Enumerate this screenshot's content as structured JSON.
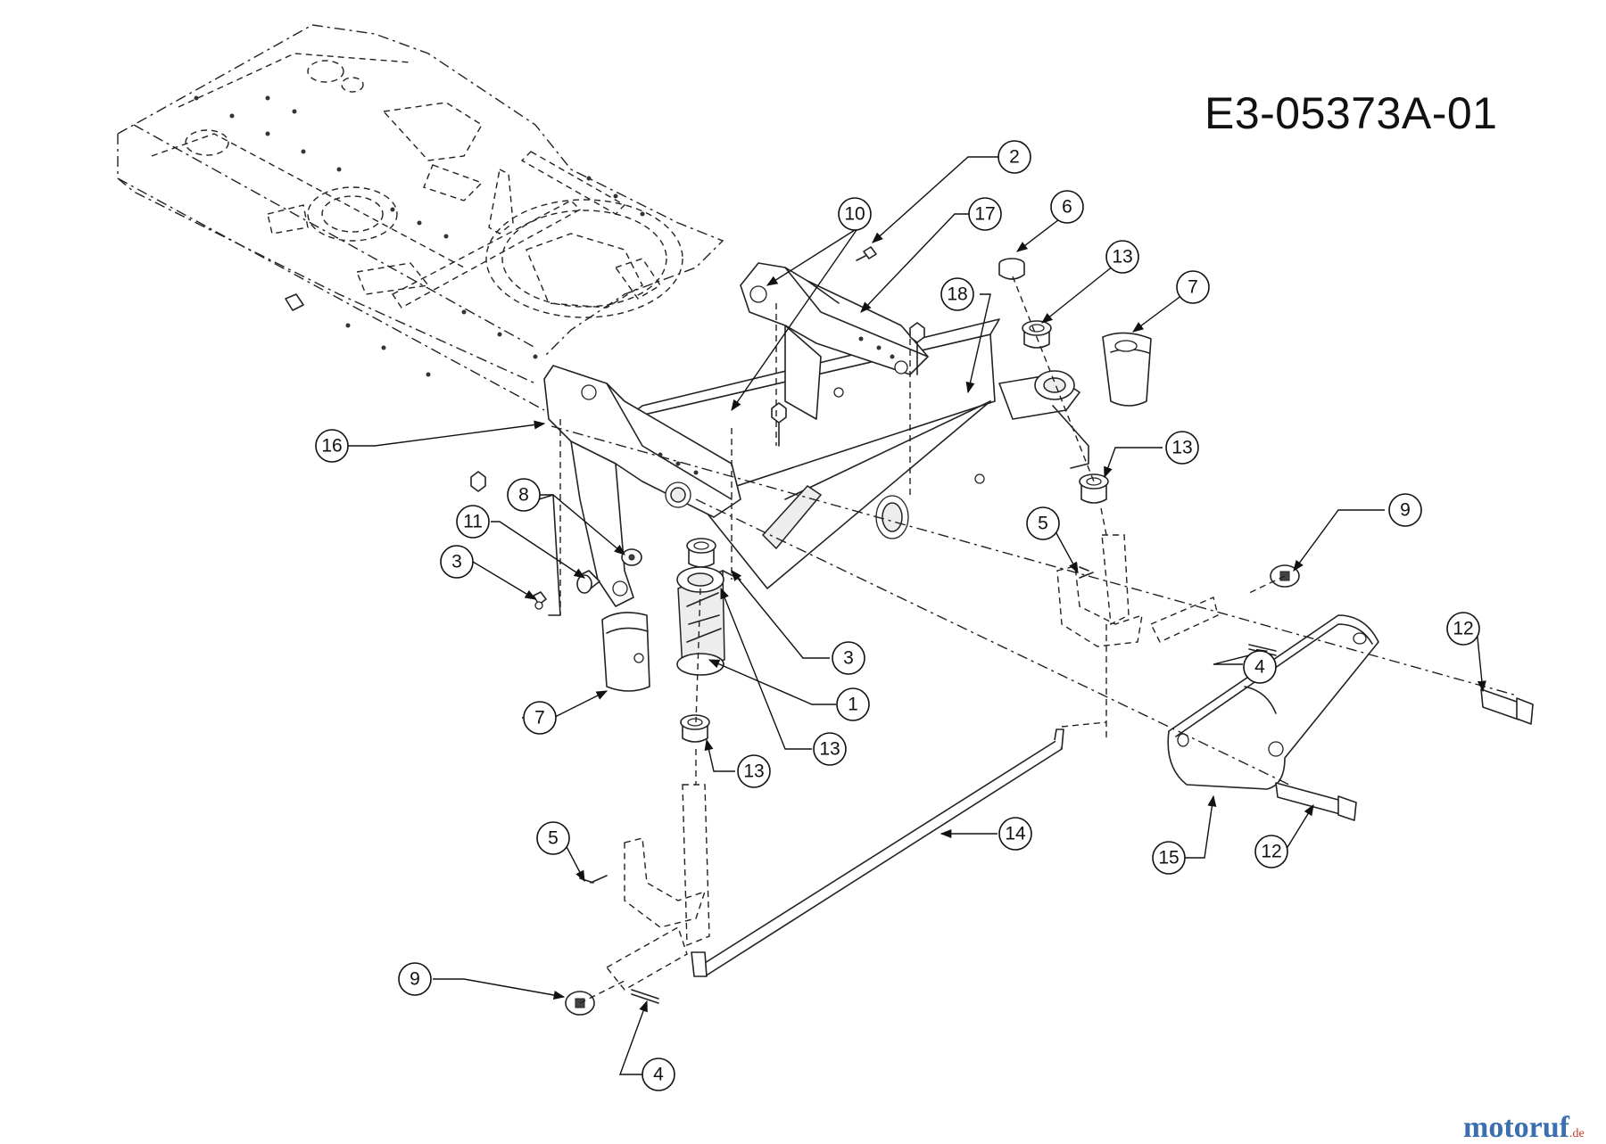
{
  "drawing_code": "E3-05373A-01",
  "watermark": {
    "main": "motoruf",
    "suffix": ".de"
  },
  "callouts": [
    {
      "id": "c2",
      "label": "2"
    },
    {
      "id": "c10",
      "label": "10"
    },
    {
      "id": "c17",
      "label": "17"
    },
    {
      "id": "c6",
      "label": "6"
    },
    {
      "id": "c13a",
      "label": "13"
    },
    {
      "id": "c7a",
      "label": "7"
    },
    {
      "id": "c18",
      "label": "18"
    },
    {
      "id": "c16",
      "label": "16"
    },
    {
      "id": "c13b",
      "label": "13"
    },
    {
      "id": "c8",
      "label": "8"
    },
    {
      "id": "c11",
      "label": "11"
    },
    {
      "id": "c5a",
      "label": "5"
    },
    {
      "id": "c9a",
      "label": "9"
    },
    {
      "id": "c3a",
      "label": "3"
    },
    {
      "id": "c3b",
      "label": "3"
    },
    {
      "id": "c12a",
      "label": "12"
    },
    {
      "id": "c4a",
      "label": "4"
    },
    {
      "id": "c1",
      "label": "1"
    },
    {
      "id": "c7b",
      "label": "7"
    },
    {
      "id": "c13c",
      "label": "13"
    },
    {
      "id": "c13d",
      "label": "13"
    },
    {
      "id": "c14",
      "label": "14"
    },
    {
      "id": "c15",
      "label": "15"
    },
    {
      "id": "c12b",
      "label": "12"
    },
    {
      "id": "c5b",
      "label": "5"
    },
    {
      "id": "c9b",
      "label": "9"
    },
    {
      "id": "c4b",
      "label": "4"
    }
  ]
}
